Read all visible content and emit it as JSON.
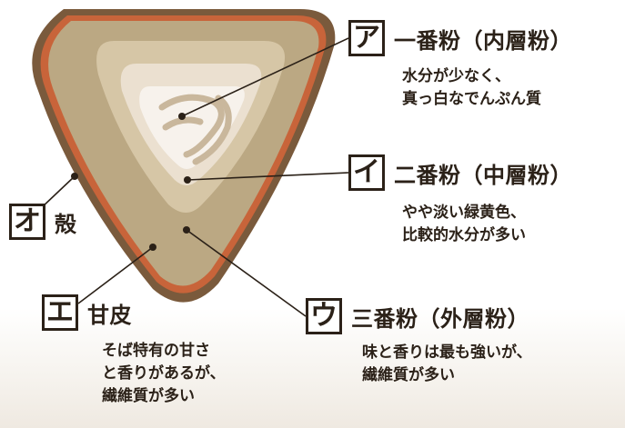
{
  "labels": {
    "a": {
      "letter": "ア",
      "title": "一番粉（内層粉）",
      "desc1": "水分が少なく、",
      "desc2": "真っ白なでんぷん質"
    },
    "i": {
      "letter": "イ",
      "title": "二番粉（中層粉）",
      "desc1": "やや淡い緑黄色、",
      "desc2": "比較的水分が多い"
    },
    "u": {
      "letter": "ウ",
      "title": "三番粉（外層粉）",
      "desc1": "味と香りは最も強いが、",
      "desc2": "繊維質が多い"
    },
    "e": {
      "letter": "エ",
      "title": "甘皮",
      "desc1": "そば特有の甘さ",
      "desc2": "と香りがあるが、",
      "desc3": "繊維質が多い"
    },
    "o": {
      "letter": "オ",
      "title": "殻"
    }
  },
  "colors": {
    "hull": "#7a5a3c",
    "bran": "#c8643a",
    "outer_flour": "#bba883",
    "middle_flour": "#d6c6a6",
    "inner_flour": "#ebe0d0",
    "core": "#f7f2ec",
    "swirl": "#c9b79c",
    "leader": "#2b2118"
  }
}
